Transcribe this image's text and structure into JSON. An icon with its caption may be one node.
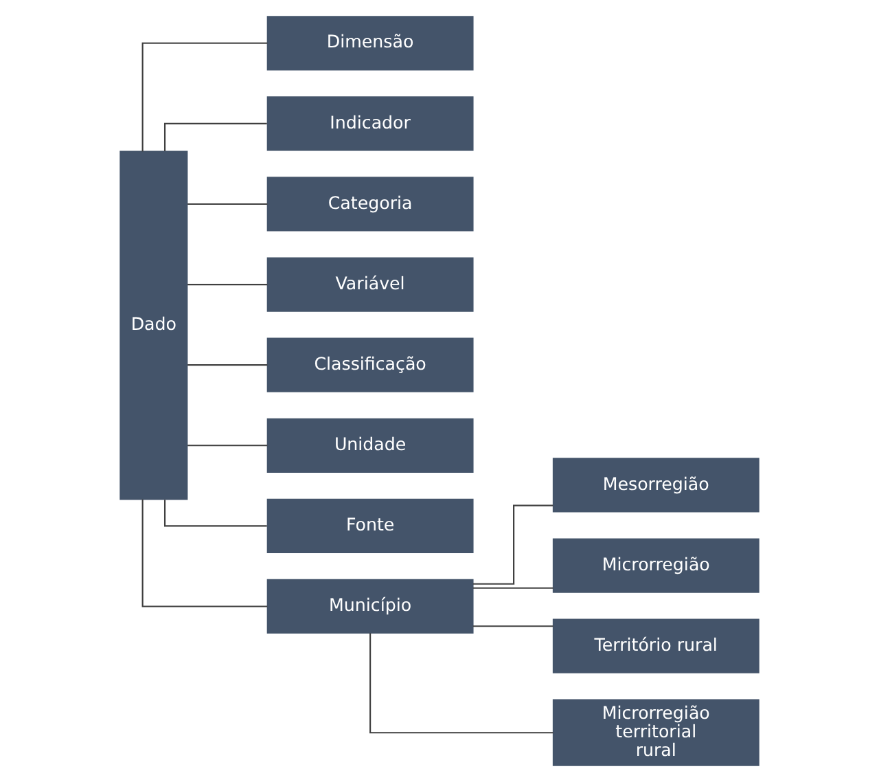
{
  "diagram": {
    "nodes": [
      {
        "text": [
          "Dado"
        ]
      },
      {
        "text": [
          "Dimensão"
        ]
      },
      {
        "text": [
          "Indicador"
        ]
      },
      {
        "text": [
          "Categoria"
        ]
      },
      {
        "text": [
          "Variável"
        ]
      },
      {
        "text": [
          "Classificação"
        ]
      },
      {
        "text": [
          "Unidade"
        ]
      },
      {
        "text": [
          "Fonte"
        ]
      },
      {
        "text": [
          "Município"
        ]
      },
      {
        "text": [
          "Mesorregião"
        ]
      },
      {
        "text": [
          "Microrregião"
        ]
      },
      {
        "text": [
          "Território rural"
        ]
      },
      {
        "text": [
          "Microrregião territorial rural"
        ]
      }
    ],
    "edges": [
      {
        "from": 0,
        "to": 1,
        "arrow": "none"
      },
      {
        "from": 0,
        "to": 2,
        "arrow": "none"
      },
      {
        "from": 0,
        "to": 3,
        "arrow": "none"
      },
      {
        "from": 0,
        "to": 4,
        "arrow": "none"
      },
      {
        "from": 0,
        "to": 5,
        "arrow": "none"
      },
      {
        "from": 0,
        "to": 6,
        "arrow": "none"
      },
      {
        "from": 0,
        "to": 7,
        "arrow": "none"
      },
      {
        "from": 0,
        "to": 8,
        "arrow": "none"
      },
      {
        "from": 8,
        "to": 9,
        "arrow": "none"
      },
      {
        "from": 8,
        "to": 10,
        "arrow": "none"
      },
      {
        "from": 8,
        "to": 11,
        "arrow": "none"
      },
      {
        "from": 8,
        "to": 12,
        "arrow": "none"
      }
    ]
  }
}
